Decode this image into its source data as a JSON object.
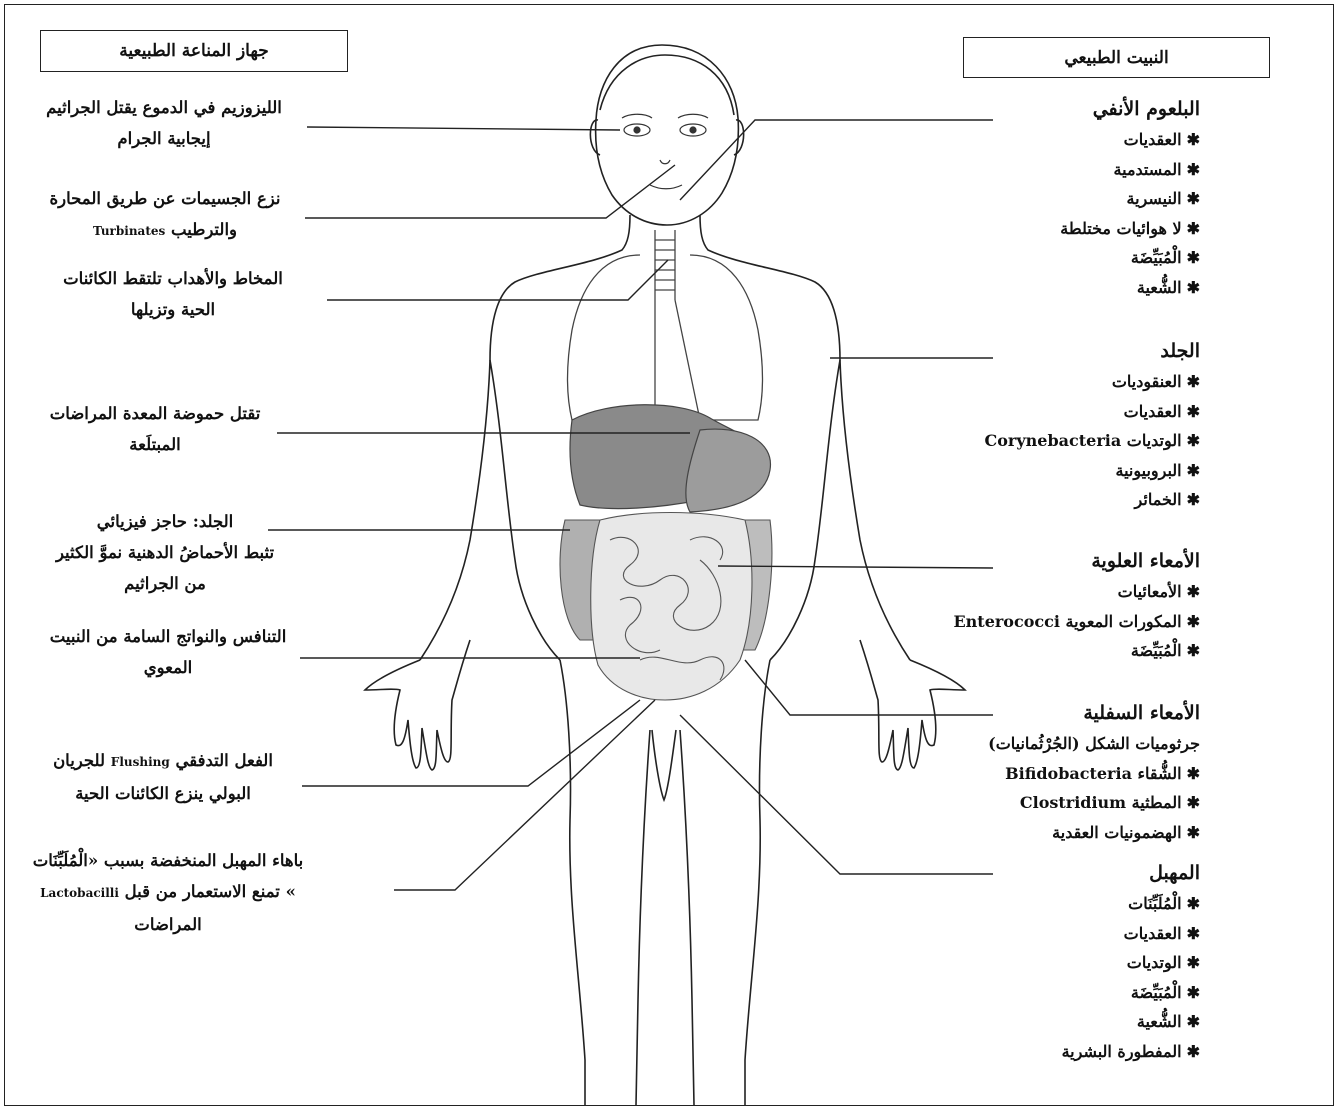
{
  "headers": {
    "left": "جهاز المناعة الطبيعية",
    "right": "النبيت الطبيعي"
  },
  "left_labels": [
    {
      "id": "tears",
      "lines": [
        "الليزوزيم في الدموع يقتل الجراثيم",
        "إيجابية الجرام"
      ]
    },
    {
      "id": "nose",
      "lines": [
        "نزع الجسيمات عن طريق المحارة"
      ],
      "line2_rtl": "والترطيب",
      "line2_latin": "Turbinates"
    },
    {
      "id": "mucus",
      "lines": [
        "المخاط والأهداب تلتقط الكائنات",
        "الحية وتزيلها"
      ]
    },
    {
      "id": "stomach",
      "lines": [
        "تقتل حموضة المعدة المراضات",
        "المبتلَعة"
      ]
    },
    {
      "id": "skin",
      "lines": [
        "الجلد: حاجز فيزيائي",
        "تثبط الأحماضُ الدهنية نموَّ الكثير",
        "من الجراثيم"
      ]
    },
    {
      "id": "competition",
      "lines": [
        "التنافس والنواتج السامة من النبيت",
        "المعوي"
      ]
    },
    {
      "id": "flushing",
      "line1_pre": "الفعل التدفقي",
      "line1_latin": "Flushing",
      "line1_post": "للجريان",
      "lines": [
        "البولي ينزع الكائنات الحية"
      ]
    },
    {
      "id": "vagina",
      "lines": [
        "باهاء المهبل المنخفضة بسبب «الْمُلَبِّنَات"
      ],
      "line2_latin": "Lactobacilli",
      "line2_rtl": "» تمنع الاستعمار من قبل",
      "line3": "المراضات"
    }
  ],
  "flora_sections": [
    {
      "title": "البلعوم الأنفي",
      "items": [
        "العقديات",
        "المستدمية",
        "النيسرية",
        "لا هوائيات مختلطة",
        "الْمُبَيِّضَة",
        "الشُّعية"
      ]
    },
    {
      "title": "الجلد",
      "items": [
        "العنقوديات",
        "العقديات",
        "الوتديات Corynebacteria",
        "البروبيونية",
        "الخمائر"
      ]
    },
    {
      "title": "الأمعاء العلوية",
      "items": [
        "الأمعائيات",
        "المكورات المعوية Enterococci",
        "الْمُبَيِّضَة"
      ]
    },
    {
      "title": "الأمعاء السفلية",
      "subtitle": "جرثوميات الشكل (الجُرْثُمانيات)",
      "items": [
        "الشُّقاء Bifidobacteria",
        "المطثية Clostridium",
        "الهضمونيات العقدية"
      ]
    },
    {
      "title": "المهبل",
      "items": [
        "الْمُلَبِّنَات",
        "العقديات",
        "الوتديات",
        "الْمُبَيِّضَة",
        "الشُّعية",
        "المفطورة البشرية"
      ]
    }
  ]
}
